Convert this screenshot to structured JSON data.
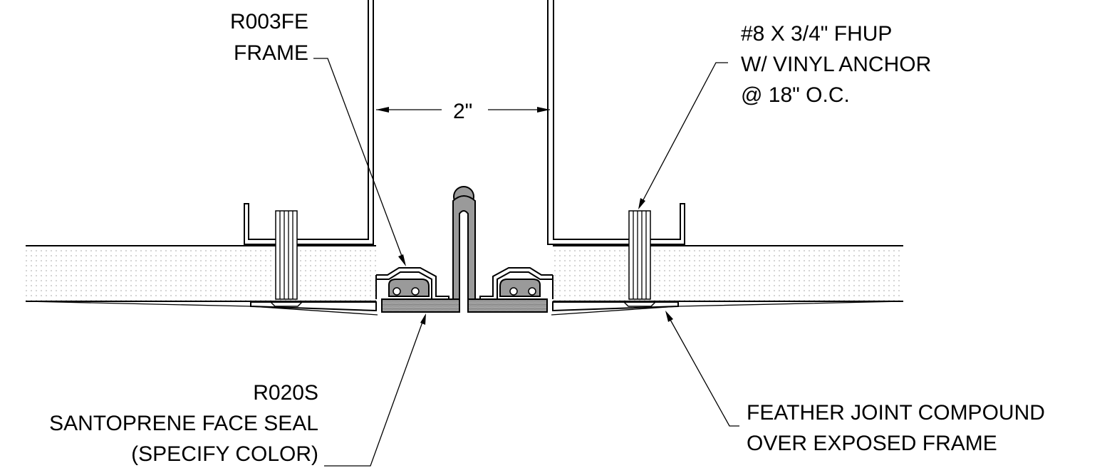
{
  "labels": {
    "frame_part": "R003FE",
    "frame_name": "FRAME",
    "dimension": "2\"",
    "screw_line1": "#8 X 3/4\" FHUP",
    "screw_line2": "W/ VINYL ANCHOR",
    "screw_line3": "@ 18\" O.C.",
    "seal_part": "R020S",
    "seal_name": "SANTOPRENE FACE SEAL",
    "seal_note": "(SPECIFY COLOR)",
    "compound_line1": "FEATHER JOINT COMPOUND",
    "compound_line2": "OVER EXPOSED FRAME"
  },
  "colors": {
    "line": "#000000",
    "seal_fill": "#9a9a9a",
    "board_dots": "#9a9a9a",
    "background": "#ffffff"
  }
}
